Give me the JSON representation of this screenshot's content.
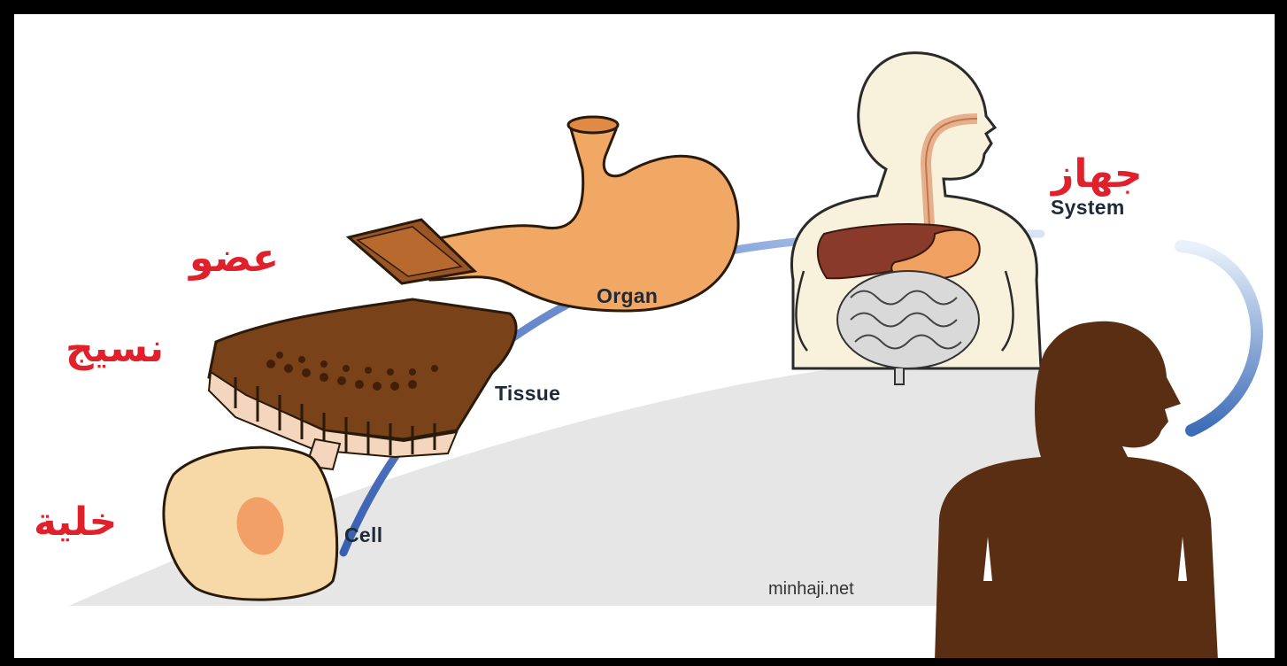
{
  "stages": [
    {
      "id": "cell",
      "label_en": "Cell",
      "label_ar": "خلية"
    },
    {
      "id": "tissue",
      "label_en": "Tissue",
      "label_ar": "نسيج"
    },
    {
      "id": "organ",
      "label_en": "Organ",
      "label_ar": "عضو"
    },
    {
      "id": "system",
      "label_en": "System",
      "label_ar": "جهاز"
    }
  ],
  "watermark": "minhaji.net",
  "colors": {
    "arabic_label": "#e0212b",
    "english_label": "#1e2a3a",
    "progress_arc": "#5b7fc4",
    "hill": "#e6e6e6",
    "cell": "#f7d9a8",
    "tissue": "#8b4a1c",
    "organ": "#f2a865",
    "organism": "#5a2e12",
    "body_outline": "#f8f1dc"
  }
}
